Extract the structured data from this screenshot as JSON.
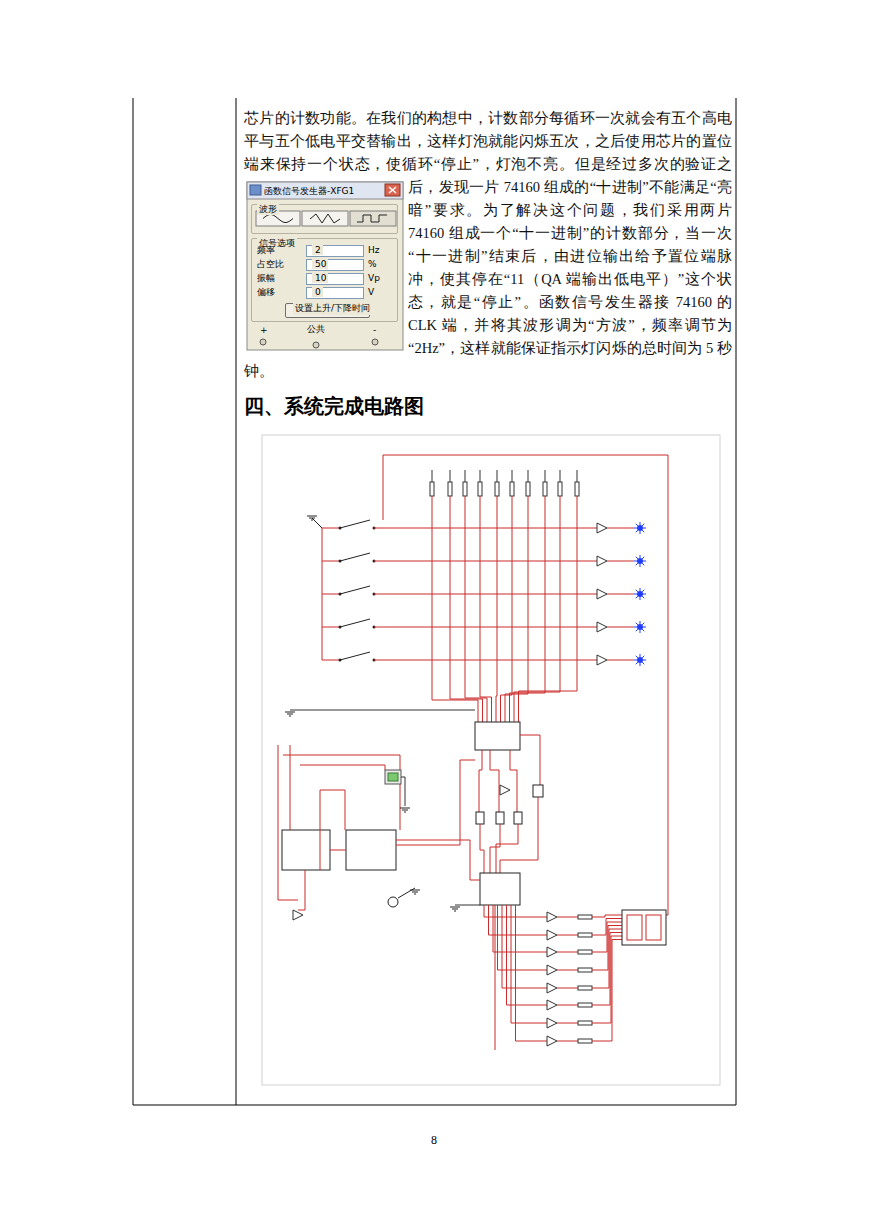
{
  "diagram": {
    "title": "四、系统完成电路图",
    "nodes": [
      {
        "text": [
          "函数信号发生器-XFG1"
        ]
      },
      {
        "text": [
          "波形"
        ],
        "in": 0
      },
      {
        "text": [
          "信号选项"
        ],
        "in": 0
      },
      {
        "text": [
          "2"
        ],
        "in": 2
      },
      {
        "text": [
          "50"
        ],
        "in": 2
      },
      {
        "text": [
          "10"
        ],
        "in": 2
      },
      {
        "text": [
          "0"
        ],
        "in": 2
      },
      {
        "text": [
          "设置上升/下降时间"
        ],
        "in": 2
      }
    ],
    "labels": [
      "芯片的计数功能。在我们的构想中，计数部分每循环一次就会有五个高电平与五个低电平交替输出，这样灯泡就能闪烁五次，之后使用芯片的置位端来保持一个状态，使循环“停止”，灯泡不亮。但是经过多次的验证之后，发现一片 74160 组成的“十进制”不能满足“亮暗”要求。为了解决这个问题，我们采用两片 74160 组成一个“十一进制”的计数部分，当一次“十一进制”结束后，由进位输出给予置位端脉冲，使其停在“11（QA 端输出低电平）”这个状态，就是“停止”。函数信号发生器接 74160 的 CLK 端，并将其波形调为“方波”，频率调节为“2Hz”，这样就能保证指示灯闪烁的总时间为 5 秒钟。",
      "频率",
      "Hz",
      "占空比",
      "%",
      "振幅",
      "Vp",
      "偏移",
      "V",
      "+",
      "公共",
      "-",
      "8"
    ]
  }
}
